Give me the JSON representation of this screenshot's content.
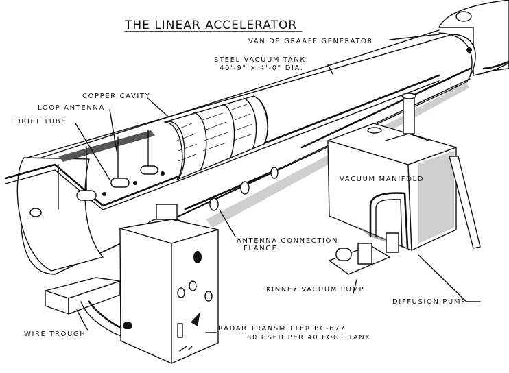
{
  "diagram": {
    "title": "THE LINEAR ACCELERATOR",
    "labels": {
      "van_de_graaff": "VAN DE GRAAFF GENERATOR",
      "steel_tank_line1": "STEEL VACUUM TANK",
      "steel_tank_line2": "40'-9\" × 4'-0\" DIA.",
      "copper_cavity": "COPPER CAVITY",
      "loop_antenna": "LOOP ANTENNA",
      "drift_tube": "DRIFT TUBE",
      "vacuum_manifold": "VACUUM MANIFOLD",
      "antenna_flange_line1": "ANTENNA CONNECTION",
      "antenna_flange_line2": "FLANGE",
      "kinney_pump": "KINNEY VACUUM PUMP",
      "diffusion_pump": "DIFFUSION PUMP",
      "radar_line1": "RADAR TRANSMITTER   BC-677",
      "radar_line2": "30 USED PER 40 FOOT TANK.",
      "wire_trough": "WIRE TROUGH"
    },
    "colors": {
      "ink": "#111111",
      "paper": "#ffffff",
      "shading": "#cfcfcf"
    }
  }
}
